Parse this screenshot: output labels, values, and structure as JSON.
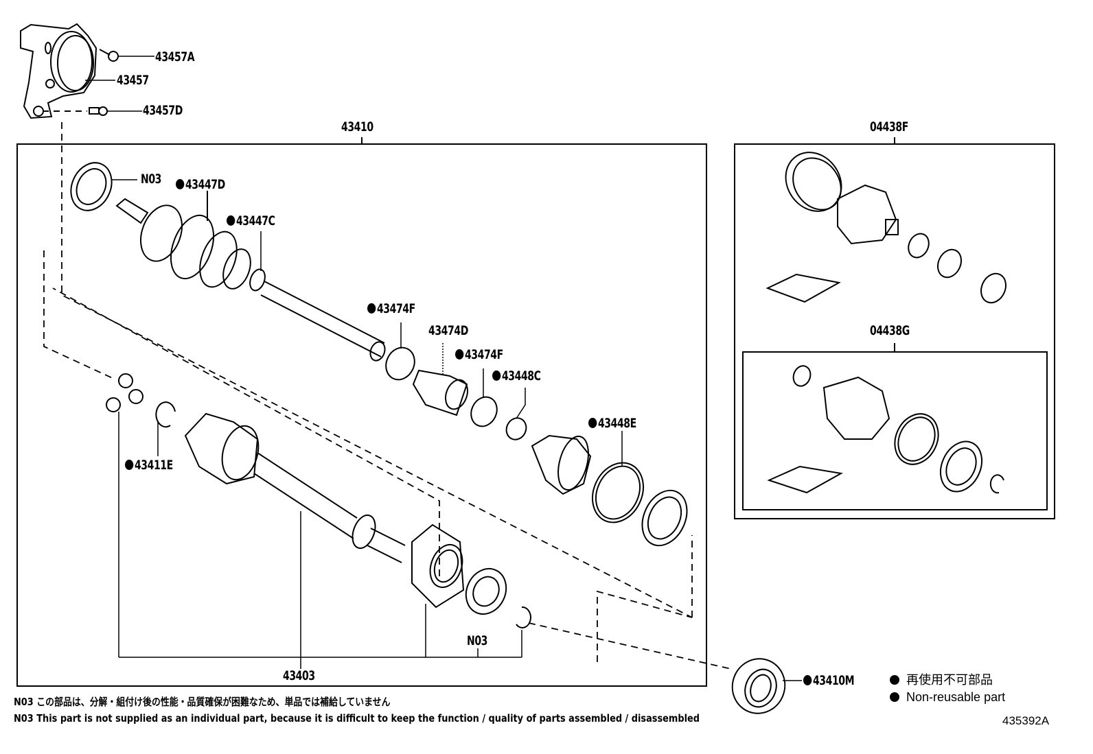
{
  "diagram": {
    "title": "Front drive shaft exploded parts diagram",
    "line_color": "#000000",
    "background": "#ffffff",
    "groups": [
      {
        "id": "43410",
        "label": "43410"
      },
      {
        "id": "43403",
        "label": "43403"
      },
      {
        "id": "04438F",
        "label": "04438F"
      },
      {
        "id": "04438G",
        "label": "04438G"
      }
    ],
    "parts": {
      "p43457A": {
        "number": "43457A",
        "non_reusable": false
      },
      "p43457": {
        "number": "43457",
        "non_reusable": false
      },
      "p43457D": {
        "number": "43457D",
        "non_reusable": false
      },
      "pN03_top": {
        "number": "N03",
        "non_reusable": false
      },
      "p43447D": {
        "number": "43447D",
        "non_reusable": true
      },
      "p43447C": {
        "number": "43447C",
        "non_reusable": true
      },
      "p43474F_a": {
        "number": "43474F",
        "non_reusable": true
      },
      "p43474D": {
        "number": "43474D",
        "non_reusable": false
      },
      "p43474F_b": {
        "number": "43474F",
        "non_reusable": true
      },
      "p43448C": {
        "number": "43448C",
        "non_reusable": true
      },
      "p43448E": {
        "number": "43448E",
        "non_reusable": true
      },
      "p43411E": {
        "number": "43411E",
        "non_reusable": true
      },
      "pN03_bottom": {
        "number": "N03",
        "non_reusable": false
      },
      "p43410M": {
        "number": "43410M",
        "non_reusable": true
      }
    },
    "notes": {
      "jp": "N03 この部品は、分解・組付け後の性能・品質確保が困難なため、単品では補給していません",
      "en": "N03 This part is not supplied as an  individual part, because it is difficult to keep the function / quality of parts assembled / disassembled"
    },
    "legend": {
      "jp": "再使用不可部品",
      "en": "Non-reusable part"
    },
    "illustration_code": "435392A"
  }
}
